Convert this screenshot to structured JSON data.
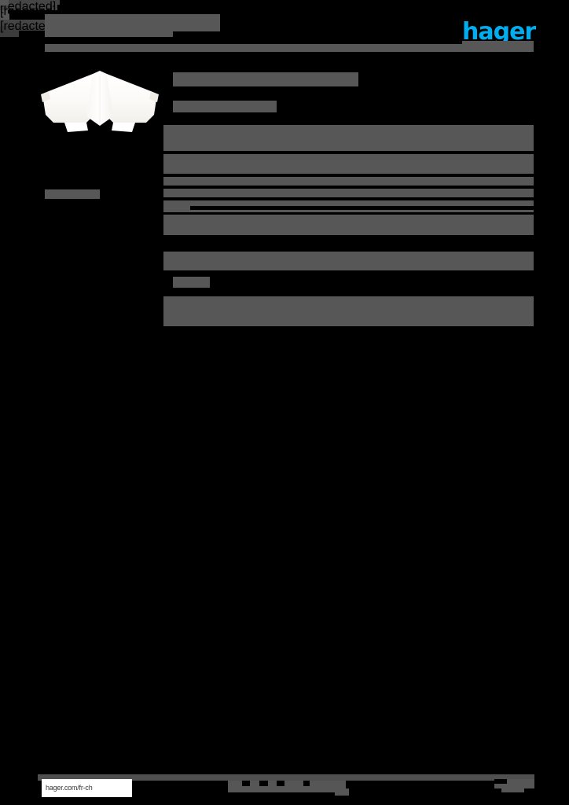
{
  "document": {
    "type": "product-datasheet",
    "brand": "hager",
    "brand_color": "#00aeef",
    "redaction_color": "#575757",
    "page_background": "#000000"
  },
  "header": {
    "title": "[redacted]",
    "subtitle": "[redacted]",
    "logo_text": "hager",
    "logo_name": "hager-logo"
  },
  "left_column": {
    "product_image_alt": "white cable trunking corner piece",
    "side_label": "[redacted]"
  },
  "main": {
    "eyebrow": "[redacted]",
    "heading": "[redacted]",
    "subheading": "[redacted]",
    "sections": [
      {
        "name": "section-1",
        "heading": "[redacted]",
        "rows": [
          {
            "label": "[redacted]",
            "value": "[redacted]"
          },
          {
            "label": "[redacted]",
            "value": "[redacted]"
          },
          {
            "label": "[redacted]",
            "value": "[redacted]"
          },
          {
            "label": "[redacted]",
            "value": "[redacted]"
          },
          {
            "label": "[redacted]",
            "value": "[redacted]"
          },
          {
            "label": "[redacted]",
            "value": "[redacted]"
          }
        ]
      },
      {
        "name": "section-2",
        "heading": "[redacted]",
        "subheading": "[redacted]",
        "rows": [
          {
            "label": "[redacted]",
            "value": "[redacted]"
          },
          {
            "label": "[redacted]",
            "value": "[redacted]"
          }
        ]
      }
    ]
  },
  "footer": {
    "url": "hager.com/fr-ch",
    "center_text": "[redacted]",
    "page_number": "[redacted]"
  }
}
